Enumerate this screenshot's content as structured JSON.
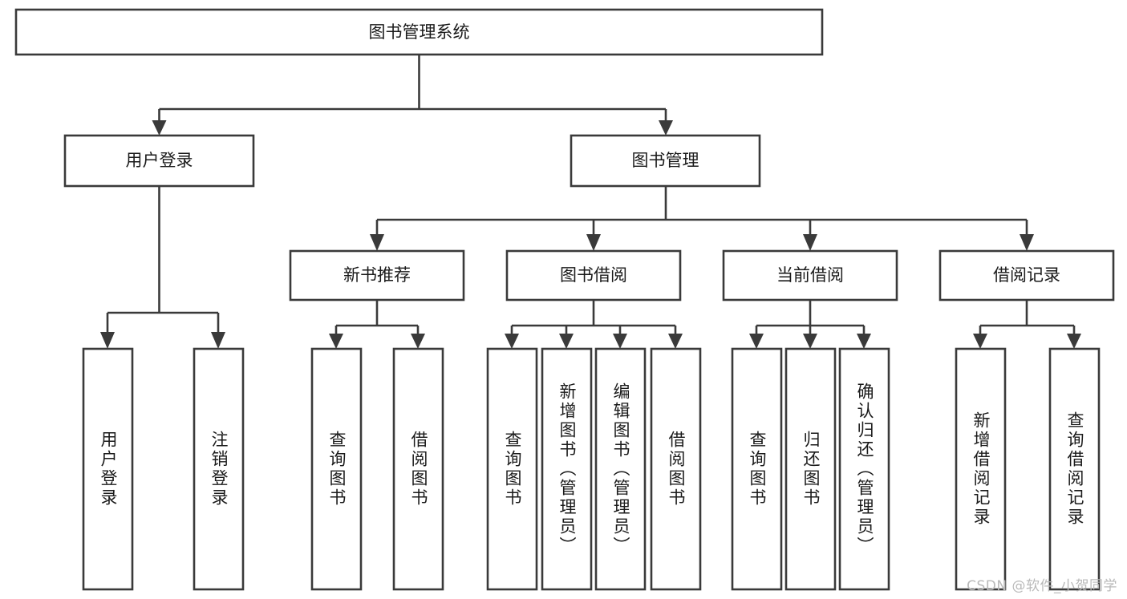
{
  "diagram": {
    "title": "图书管理系统",
    "type": "hierarchy-tree",
    "watermark": "CSDN @软件_小贺同学",
    "colors": {
      "box_stroke": "#3a3a3a",
      "box_fill": "#ffffff",
      "text": "#1a1a1a",
      "background": "#ffffff",
      "watermark": "#b9b9b9"
    },
    "root": {
      "label": "图书管理系统"
    },
    "level2": [
      {
        "label": "用户登录"
      },
      {
        "label": "图书管理"
      }
    ],
    "level3": [
      {
        "label": "新书推荐"
      },
      {
        "label": "图书借阅"
      },
      {
        "label": "当前借阅"
      },
      {
        "label": "借阅记录"
      }
    ],
    "leaves": {
      "user_login": [
        {
          "label": "用户登录"
        },
        {
          "label": "注销登录"
        }
      ],
      "new_book_recommend": [
        {
          "label": "查询图书"
        },
        {
          "label": "借阅图书"
        }
      ],
      "book_borrow": [
        {
          "label": "查询图书"
        },
        {
          "label": "新增图书（管理员）"
        },
        {
          "label": "编辑图书（管理员）"
        },
        {
          "label": "借阅图书"
        }
      ],
      "current_borrow": [
        {
          "label": "查询图书"
        },
        {
          "label": "归还图书"
        },
        {
          "label": "确认归还（管理员）"
        }
      ],
      "borrow_record": [
        {
          "label": "新增借阅记录"
        },
        {
          "label": "查询借阅记录"
        }
      ]
    }
  }
}
